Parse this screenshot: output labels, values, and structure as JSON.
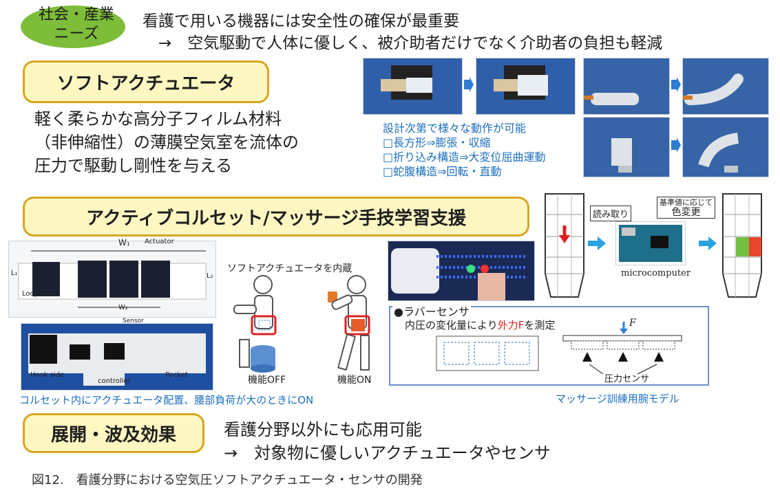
{
  "header": {
    "needs_badge": "社会・産業\nニーズ",
    "needs_line1": "社会・産業",
    "needs_line2": "ニーズ",
    "line1": "看護で用いる機器には安全性の確保が最重要",
    "line2": "→　空気駆動で人体に優しく、被介助者だけでなく介助者の負担も軽減"
  },
  "soft_actuator": {
    "title": "ソフトアクチュエータ",
    "desc1": "軽く柔らかな高分子フィルム材料",
    "desc2": "（非伸縮性）の薄膜空気室を流体の",
    "desc3": "圧力で駆動し剛性を与える",
    "feature_head": "設計次第で様々な動作が可能",
    "feature1": "□長方形⇒膨張・収縮",
    "feature2": "□折り込み構造⇒大変位屈曲運動",
    "feature3": "□蛇腹構造⇒回転・直動"
  },
  "corset": {
    "title": "アクティブコルセット/マッサージ手技学習支援",
    "photo_labels": {
      "w1": "W₁",
      "actuator": "Actuator",
      "l1": "L₁",
      "l2": "L₂",
      "loop_side": "Loop side",
      "w2": "W₂",
      "sensor": "Sensor",
      "hook_side": "Hook side",
      "controller": "controller",
      "pocket": "Pocket"
    },
    "built_in_label": "ソフトアクチュエータを内蔵",
    "off_label": "機能OFF",
    "on_label": "機能ON",
    "caption": "コルセット内にアクチュエータ配置、腰部負荷が大のときにON",
    "read_label": "読み取り",
    "color_change_line1": "基準値に応じて",
    "color_change_line2": "色変更",
    "microcomputer": "microcomputer",
    "rubber_sensor_title": "●ラバーセンサ",
    "rubber_sensor_desc_a": "内圧の変化量により",
    "rubber_sensor_desc_b": "外力F",
    "rubber_sensor_desc_c": "を測定",
    "force_label": "F",
    "pressure_sensor": "圧力センサ",
    "massage_caption": "マッサージ訓練用腕モデル"
  },
  "spread": {
    "title": "展開・波及効果",
    "line1": "看護分野以外にも応用可能",
    "line2": "→　対象物に優しいアクチュエータやセンサ"
  },
  "figure_caption": "図12.　看護分野における空気圧ソフトアクチュエータ・センサの開発",
  "colors": {
    "badge_green": "#7dbd3a",
    "pill_border": "#d8a520",
    "pill_fill": "#fff7c2",
    "accent_blue": "#1d6fbe",
    "arrow_blue": "#2aa3e0",
    "red": "#e02020"
  }
}
